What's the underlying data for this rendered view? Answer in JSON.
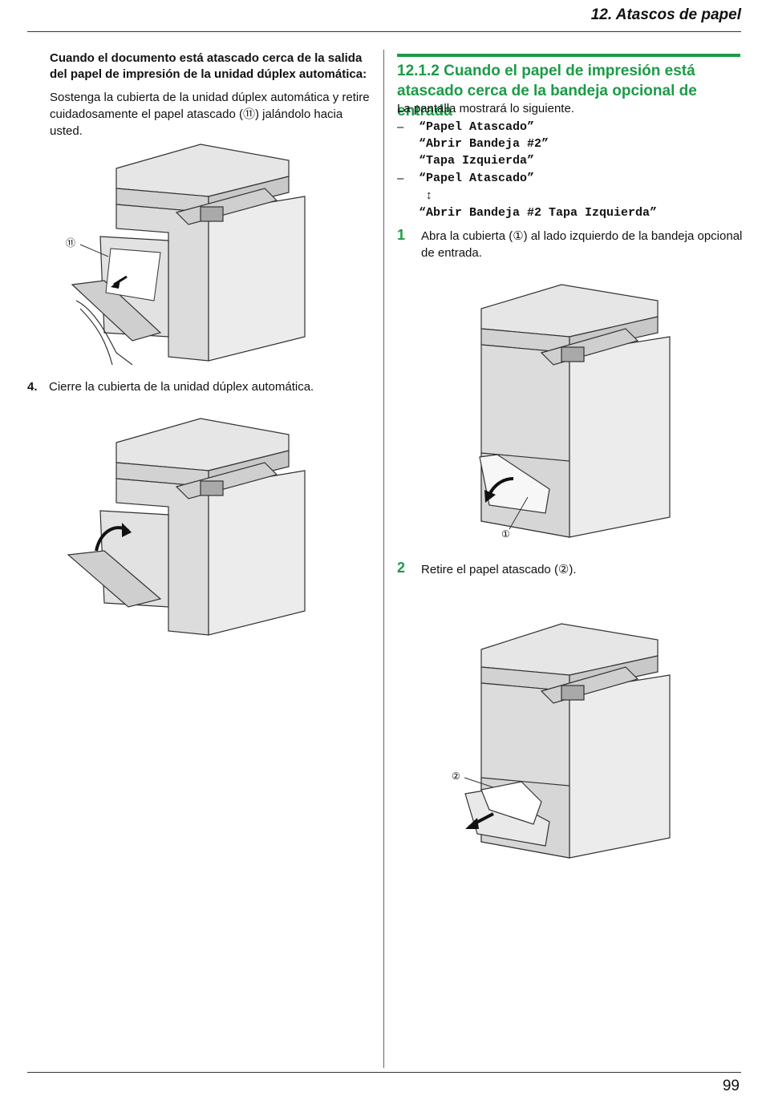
{
  "header": {
    "title": "12. Atascos de papel"
  },
  "left": {
    "heading": "Cuando el documento está atascado cerca de la salida del papel de impresión de la unidad dúplex automática:",
    "paragraph": "Sostenga la cubierta de la unidad dúplex automática y retire cuidadosamente el papel atascado (⑪) jalándolo hacia usted.",
    "callout_11": "⑪",
    "step4_number": "4.",
    "step4_text": "Cierre la cubierta de la unidad dúplex automática."
  },
  "right": {
    "section_title": "12.1.2 Cuando el papel de impresión está atascado cerca de la bandeja opcional de entrada",
    "display_intro": "La pantalla mostrará lo siguiente.",
    "dash": "–",
    "display_lines": [
      "“Papel Atascado”",
      "“Abrir Bandeja #2”",
      "“Tapa Izquierda”",
      "“Papel Atascado”",
      "↕",
      "“Abrir Bandeja #2 Tapa Izquierda”"
    ],
    "steps": [
      {
        "number": "1",
        "text": "Abra la cubierta (①) al lado izquierdo de la bandeja opcional de entrada.",
        "callout": "①"
      },
      {
        "number": "2",
        "text": "Retire el papel atascado (②).",
        "callout": "②"
      }
    ]
  },
  "footer": {
    "page_number": "99"
  }
}
